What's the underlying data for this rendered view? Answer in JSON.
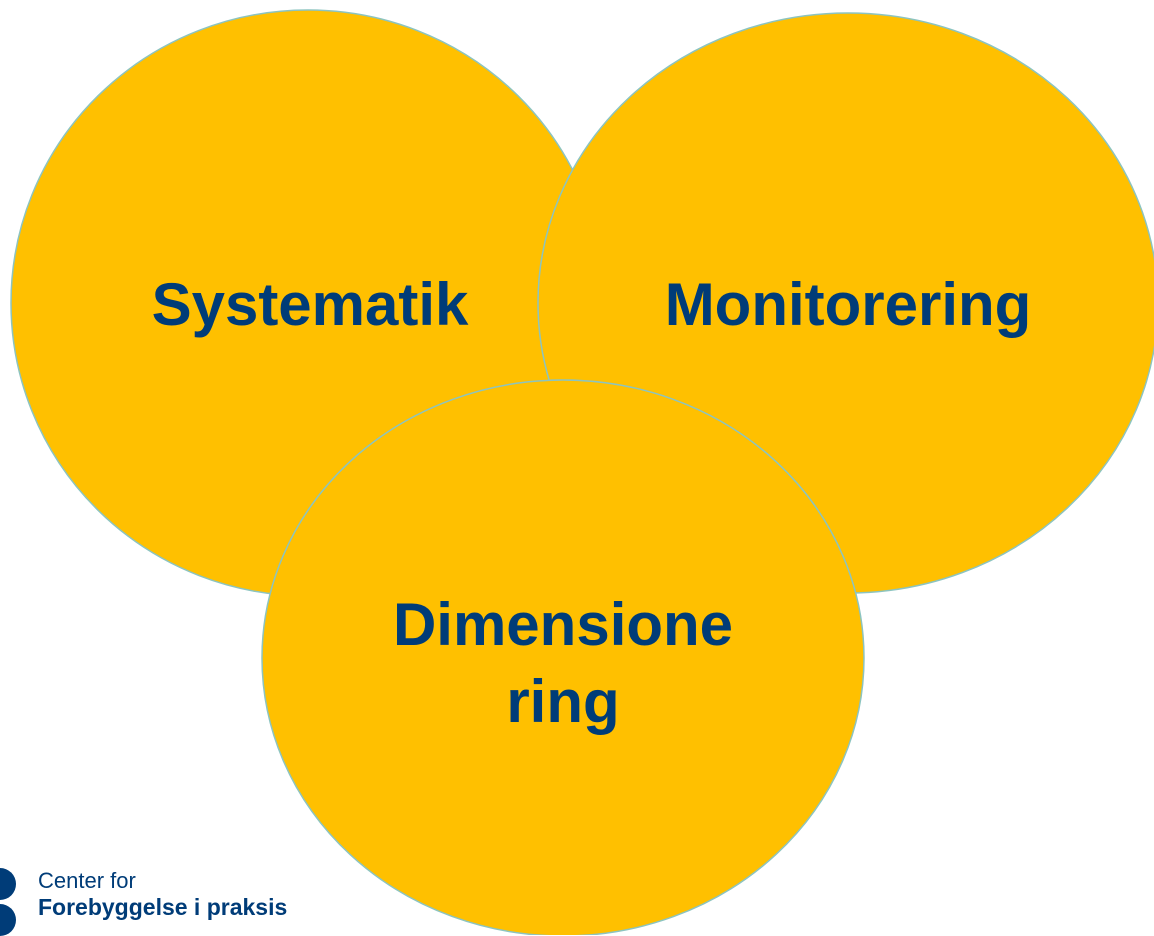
{
  "circles": [
    {
      "label_lines": [
        "Systematik"
      ]
    },
    {
      "label_lines": [
        "Monitorering"
      ]
    },
    {
      "label_lines": [
        "Dimensione",
        "ring"
      ]
    }
  ],
  "colors": {
    "circle_fill": "#FFC000",
    "circle_outline": "#8CC4C0",
    "label_text": "#003C78",
    "logo": "#003C78"
  },
  "logo": {
    "line1": "Center for",
    "line2": "Forebyggelse i praksis"
  }
}
